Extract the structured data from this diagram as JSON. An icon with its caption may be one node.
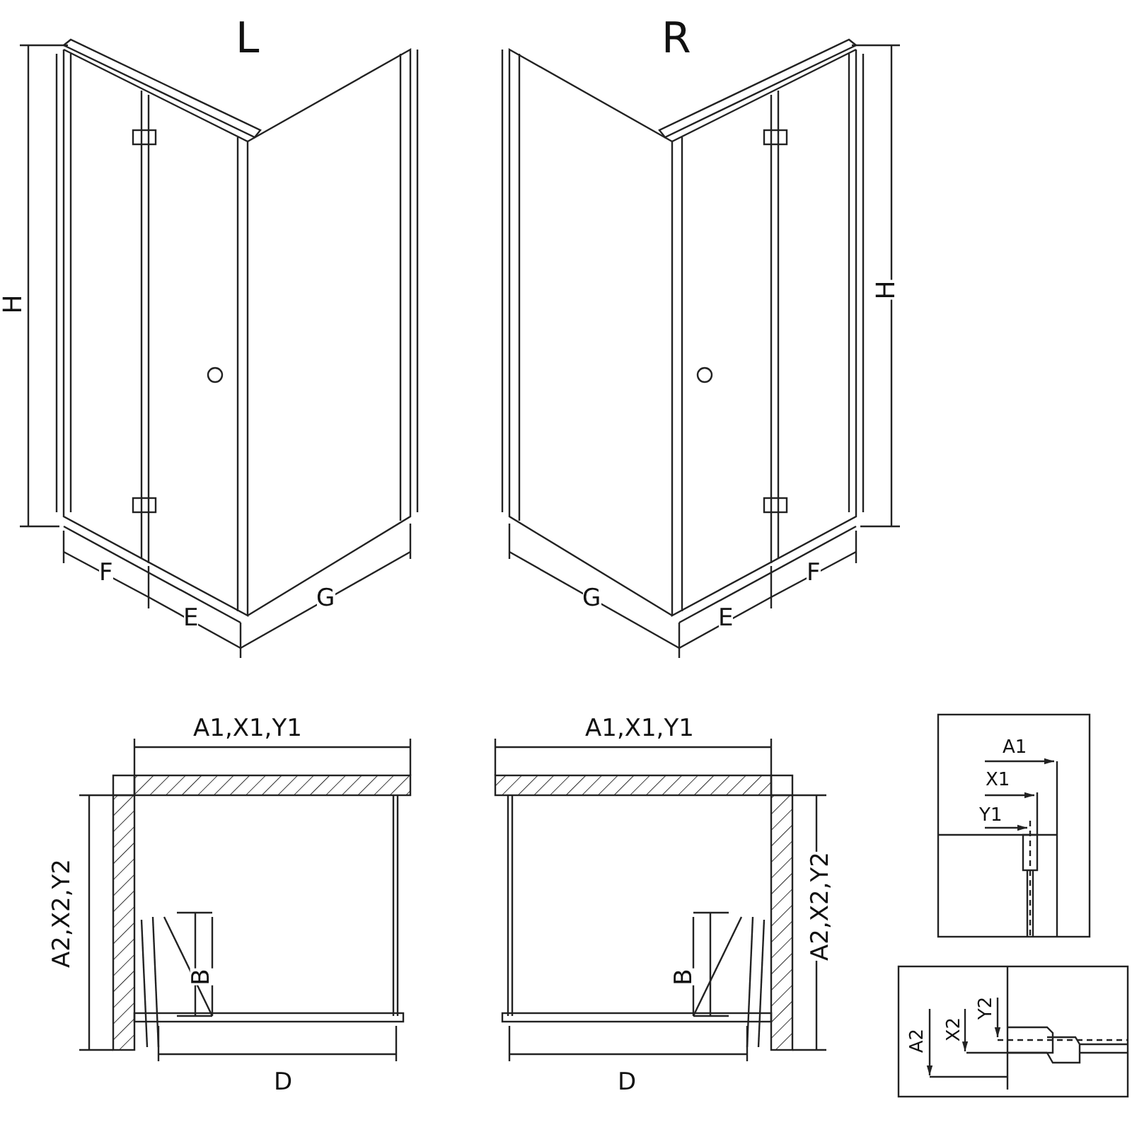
{
  "diagram": {
    "labels": [
      "L",
      "R",
      "H",
      "H",
      "F",
      "E",
      "G",
      "G",
      "E",
      "F",
      "A1,X1,Y1",
      "A1,X1,Y1",
      "A1",
      "X1",
      "Y1",
      "A2,X2,Y2",
      "B",
      "B",
      "A2,X2,Y2",
      "D",
      "D",
      "A2",
      "X2",
      "Y2"
    ]
  }
}
